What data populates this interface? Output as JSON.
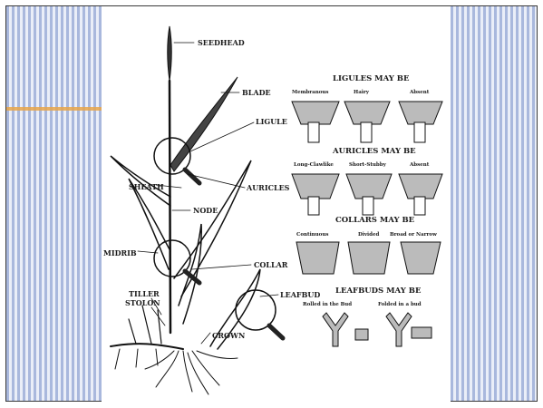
{
  "labels": {
    "seedhead": "SEEDHEAD",
    "blade": "BLADE",
    "ligule": "LIGULE",
    "sheath": "SHEATH",
    "auricles": "AURICLES",
    "node": "NODE",
    "midrib": "MIDRIB",
    "collar": "COLLAR",
    "tiller": "TILLER",
    "stolon": "STOLON",
    "leafbud": "LEAFBUD",
    "crown": "CROWN"
  },
  "sections": {
    "ligules": {
      "title": "LIGULES MAY BE",
      "options": [
        "Membranous",
        "Hairy",
        "Absent"
      ]
    },
    "auricles": {
      "title": "AURICLES MAY BE",
      "options": [
        "Long-Clawlike",
        "Short-Stubby",
        "Absent"
      ]
    },
    "collars": {
      "title": "COLLARS MAY BE",
      "options": [
        "Continuous",
        "Divided",
        "Broad or Narrow"
      ]
    },
    "leafbuds": {
      "title": "LEAFBUDS MAY BE",
      "options": [
        "Rolled in the Bud",
        "Folded in a bud"
      ]
    }
  }
}
